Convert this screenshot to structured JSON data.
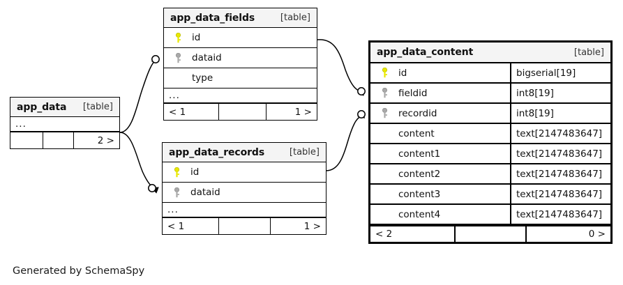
{
  "diagram": {
    "title": "app_data_content",
    "caption": "Generated by SchemaSpy",
    "table_tag": "[table]",
    "ellipsis": "...",
    "colors": {
      "primary_key": "#e8e800",
      "foreign_key": "#a9a9a9",
      "border": "#000000",
      "header_bg": "#f4f4f4",
      "background": "#ffffff"
    }
  },
  "tables": {
    "app_data": {
      "name": "app_data",
      "tag": "[table]",
      "ellipsis": "...",
      "columns": [],
      "footer": {
        "left": "",
        "middle": "",
        "right": "2 >"
      }
    },
    "app_data_fields": {
      "name": "app_data_fields",
      "tag": "[table]",
      "ellipsis": "...",
      "columns": [
        {
          "key": "primary",
          "name": "id",
          "type": ""
        },
        {
          "key": "foreign",
          "name": "dataid",
          "type": ""
        },
        {
          "key": "none",
          "name": "type",
          "type": ""
        }
      ],
      "footer": {
        "left": "< 1",
        "middle": "",
        "right": "1 >"
      }
    },
    "app_data_records": {
      "name": "app_data_records",
      "tag": "[table]",
      "ellipsis": "...",
      "columns": [
        {
          "key": "primary",
          "name": "id",
          "type": ""
        },
        {
          "key": "foreign",
          "name": "dataid",
          "type": ""
        }
      ],
      "footer": {
        "left": "< 1",
        "middle": "",
        "right": "1 >"
      }
    },
    "app_data_content": {
      "name": "app_data_content",
      "tag": "[table]",
      "ellipsis": "",
      "columns": [
        {
          "key": "primary",
          "name": "id",
          "type": "bigserial[19]"
        },
        {
          "key": "foreign",
          "name": "fieldid",
          "type": "int8[19]"
        },
        {
          "key": "foreign",
          "name": "recordid",
          "type": "int8[19]"
        },
        {
          "key": "none",
          "name": "content",
          "type": "text[2147483647]"
        },
        {
          "key": "none",
          "name": "content1",
          "type": "text[2147483647]"
        },
        {
          "key": "none",
          "name": "content2",
          "type": "text[2147483647]"
        },
        {
          "key": "none",
          "name": "content3",
          "type": "text[2147483647]"
        },
        {
          "key": "none",
          "name": "content4",
          "type": "text[2147483647]"
        }
      ],
      "footer": {
        "left": "< 2",
        "middle": "",
        "right": "0 >"
      }
    }
  },
  "relationships": [
    {
      "from": "app_data",
      "to": "app_data_fields.dataid"
    },
    {
      "from": "app_data",
      "to": "app_data_records.dataid"
    },
    {
      "from": "app_data_fields",
      "to": "app_data_content.fieldid"
    },
    {
      "from": "app_data_records",
      "to": "app_data_content.recordid"
    }
  ]
}
